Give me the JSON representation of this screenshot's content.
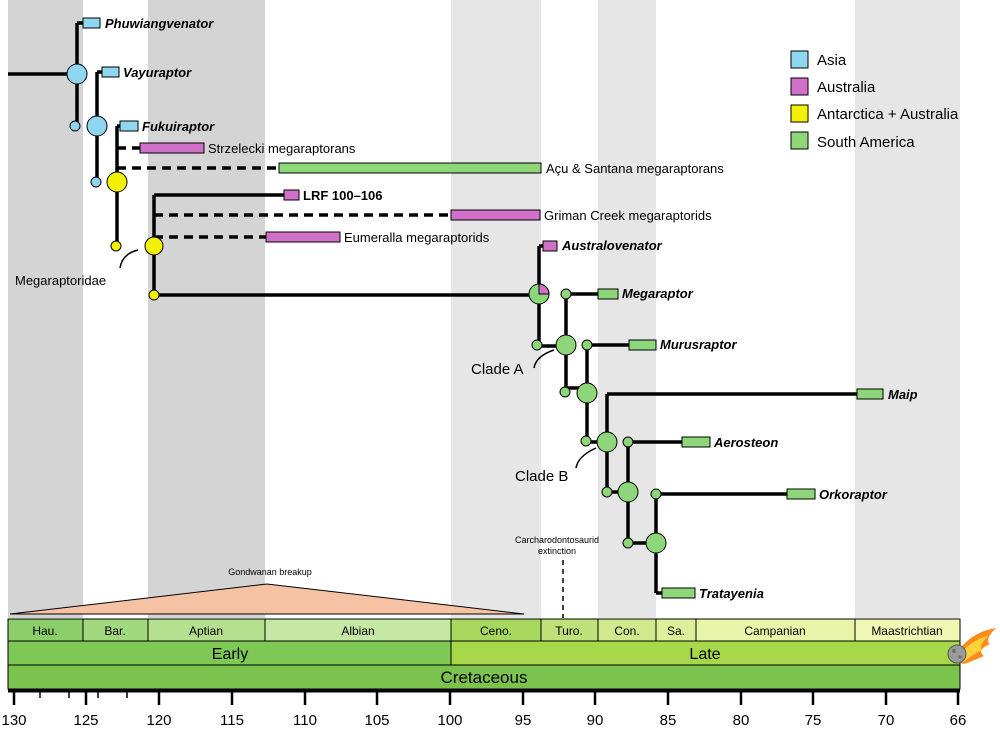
{
  "legend": [
    {
      "label": "Asia",
      "color": "#8fd6f0"
    },
    {
      "label": "Australia",
      "color": "#d070c8"
    },
    {
      "label": "Antarctica + Australia",
      "color": "#f2f200"
    },
    {
      "label": "South America",
      "color": "#8ed67a"
    }
  ],
  "colors": {
    "asia": "#8fd6f0",
    "australia": "#d070c8",
    "antarctica": "#f2f200",
    "south_america": "#8ed67a"
  },
  "taxa": {
    "phuwiangvenator": "Phuwiangvenator",
    "vayuraptor": "Vayuraptor",
    "fukuiraptor": "Fukuiraptor",
    "strzelecki": "Strzelecki megaraptorans",
    "acu_santana": "Açu & Santana megaraptorans",
    "lrf": "LRF 100–106",
    "griman": "Griman Creek megaraptorids",
    "eumeralla": "Eumeralla megaraptorids",
    "australovenator": "Australovenator",
    "megaraptor": "Megaraptor",
    "murusraptor": "Murusraptor",
    "maip": "Maip",
    "aerosteon": "Aerosteon",
    "orkoraptor": "Orkoraptor",
    "tratayenia": "Tratayenia"
  },
  "clades": {
    "megaraptoridae": "Megaraptoridae",
    "clade_a": "Clade A",
    "clade_b": "Clade B"
  },
  "annotations": {
    "gondwanan_breakup": "Gondwanan breakup",
    "carcharodontosaurid_line1": "Carcharodontosaurid",
    "carcharodontosaurid_line2": "extinction"
  },
  "timescale": {
    "stages": [
      "Hau.",
      "Bar.",
      "Aptian",
      "Albian",
      "Ceno.",
      "Turo.",
      "Con.",
      "Sa.",
      "Campanian",
      "Maastrichtian"
    ],
    "epochs": [
      "Early",
      "Late"
    ],
    "period": "Cretaceous",
    "ticks": [
      "130",
      "125",
      "120",
      "115",
      "110",
      "105",
      "100",
      "95",
      "90",
      "85",
      "80",
      "75",
      "70",
      "66"
    ]
  }
}
